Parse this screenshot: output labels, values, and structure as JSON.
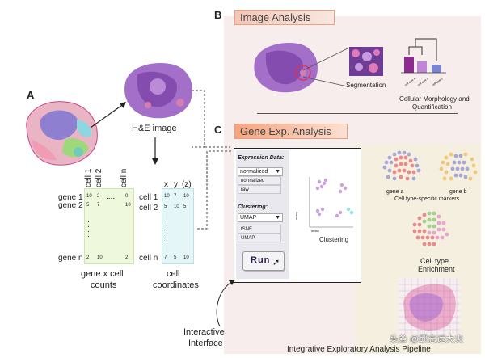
{
  "panels": {
    "a": "A",
    "b": "B",
    "c": "C"
  },
  "he_label": "H&E image",
  "counts": {
    "cols": [
      "cell 1",
      "cell 2",
      "cell n"
    ],
    "rows": [
      "gene 1",
      "gene 2",
      "gene n"
    ],
    "caption_line1": "gene x cell",
    "caption_line2": "counts",
    "r1": [
      "10",
      "2",
      "0"
    ],
    "r2": [
      "5",
      "7",
      "10"
    ],
    "rn": [
      "2",
      "10",
      "2"
    ]
  },
  "coords": {
    "cols": [
      "x",
      "y",
      "(z)"
    ],
    "rows": [
      "cell 1",
      "cell 2",
      "cell n"
    ],
    "caption_line1": "cell",
    "caption_line2": "coordinates",
    "r1": [
      "10",
      "7",
      "10"
    ],
    "r2": [
      "5",
      "10",
      "5"
    ],
    "rn": [
      "7",
      "5",
      "10"
    ]
  },
  "image_analysis": {
    "title": "Image Analysis",
    "segmentation": "Segmentation",
    "morph_line1": "Cellular Morphology and",
    "morph_line2": "Quantification"
  },
  "gene_exp": {
    "title": "Gene Exp. Analysis",
    "expression_label": "Expression Data:",
    "expression_selected": "normalized",
    "expression_options": [
      "normalized",
      "raw"
    ],
    "clustering_label": "Clustering:",
    "clustering_selected": "UMAP",
    "clustering_options": [
      "tSNE",
      "UMAP"
    ],
    "run_label": "Run",
    "clustering_caption": "Clustering",
    "axis_x": "umap",
    "axis_y": "umap",
    "gene_a": "gene a",
    "gene_b": "gene b",
    "markers_label": "Cell type-specific markers",
    "enrich_line1": "Cell type",
    "enrich_line2": "Enrichment"
  },
  "interactive_line1": "Interactive",
  "interactive_line2": "Interface",
  "pipeline_label": "Integrative Exploratory Analysis Pipeline",
  "watermark": "头条 @邱志远大夫",
  "colors": {
    "accent_orange": "#f3a27b",
    "he_purple": "#8b4fb5",
    "pink_bg": "#f8ecec"
  }
}
